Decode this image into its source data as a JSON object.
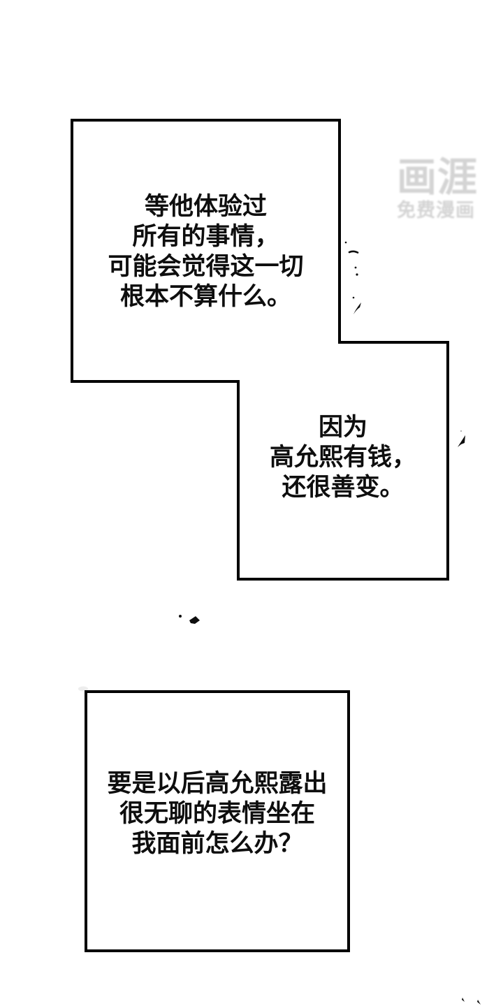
{
  "watermark": {
    "logo_text": "画涯",
    "subtitle": "免费漫画"
  },
  "panels": [
    {
      "id": "panel-1",
      "text": "等他体验过\n所有的事情，\n可能会觉得这一切\n根本不算什么。"
    },
    {
      "id": "panel-2",
      "text": "因为\n高允熙有钱，\n还很善变。"
    },
    {
      "id": "panel-3",
      "text": "要是以后高允熙露出\n很无聊的表情坐在\n我面前怎么办？"
    }
  ],
  "colors": {
    "background": "#ffffff",
    "ink": "#0e0e0e",
    "panel_border": "#000000",
    "watermark": "#d4d4d4"
  }
}
